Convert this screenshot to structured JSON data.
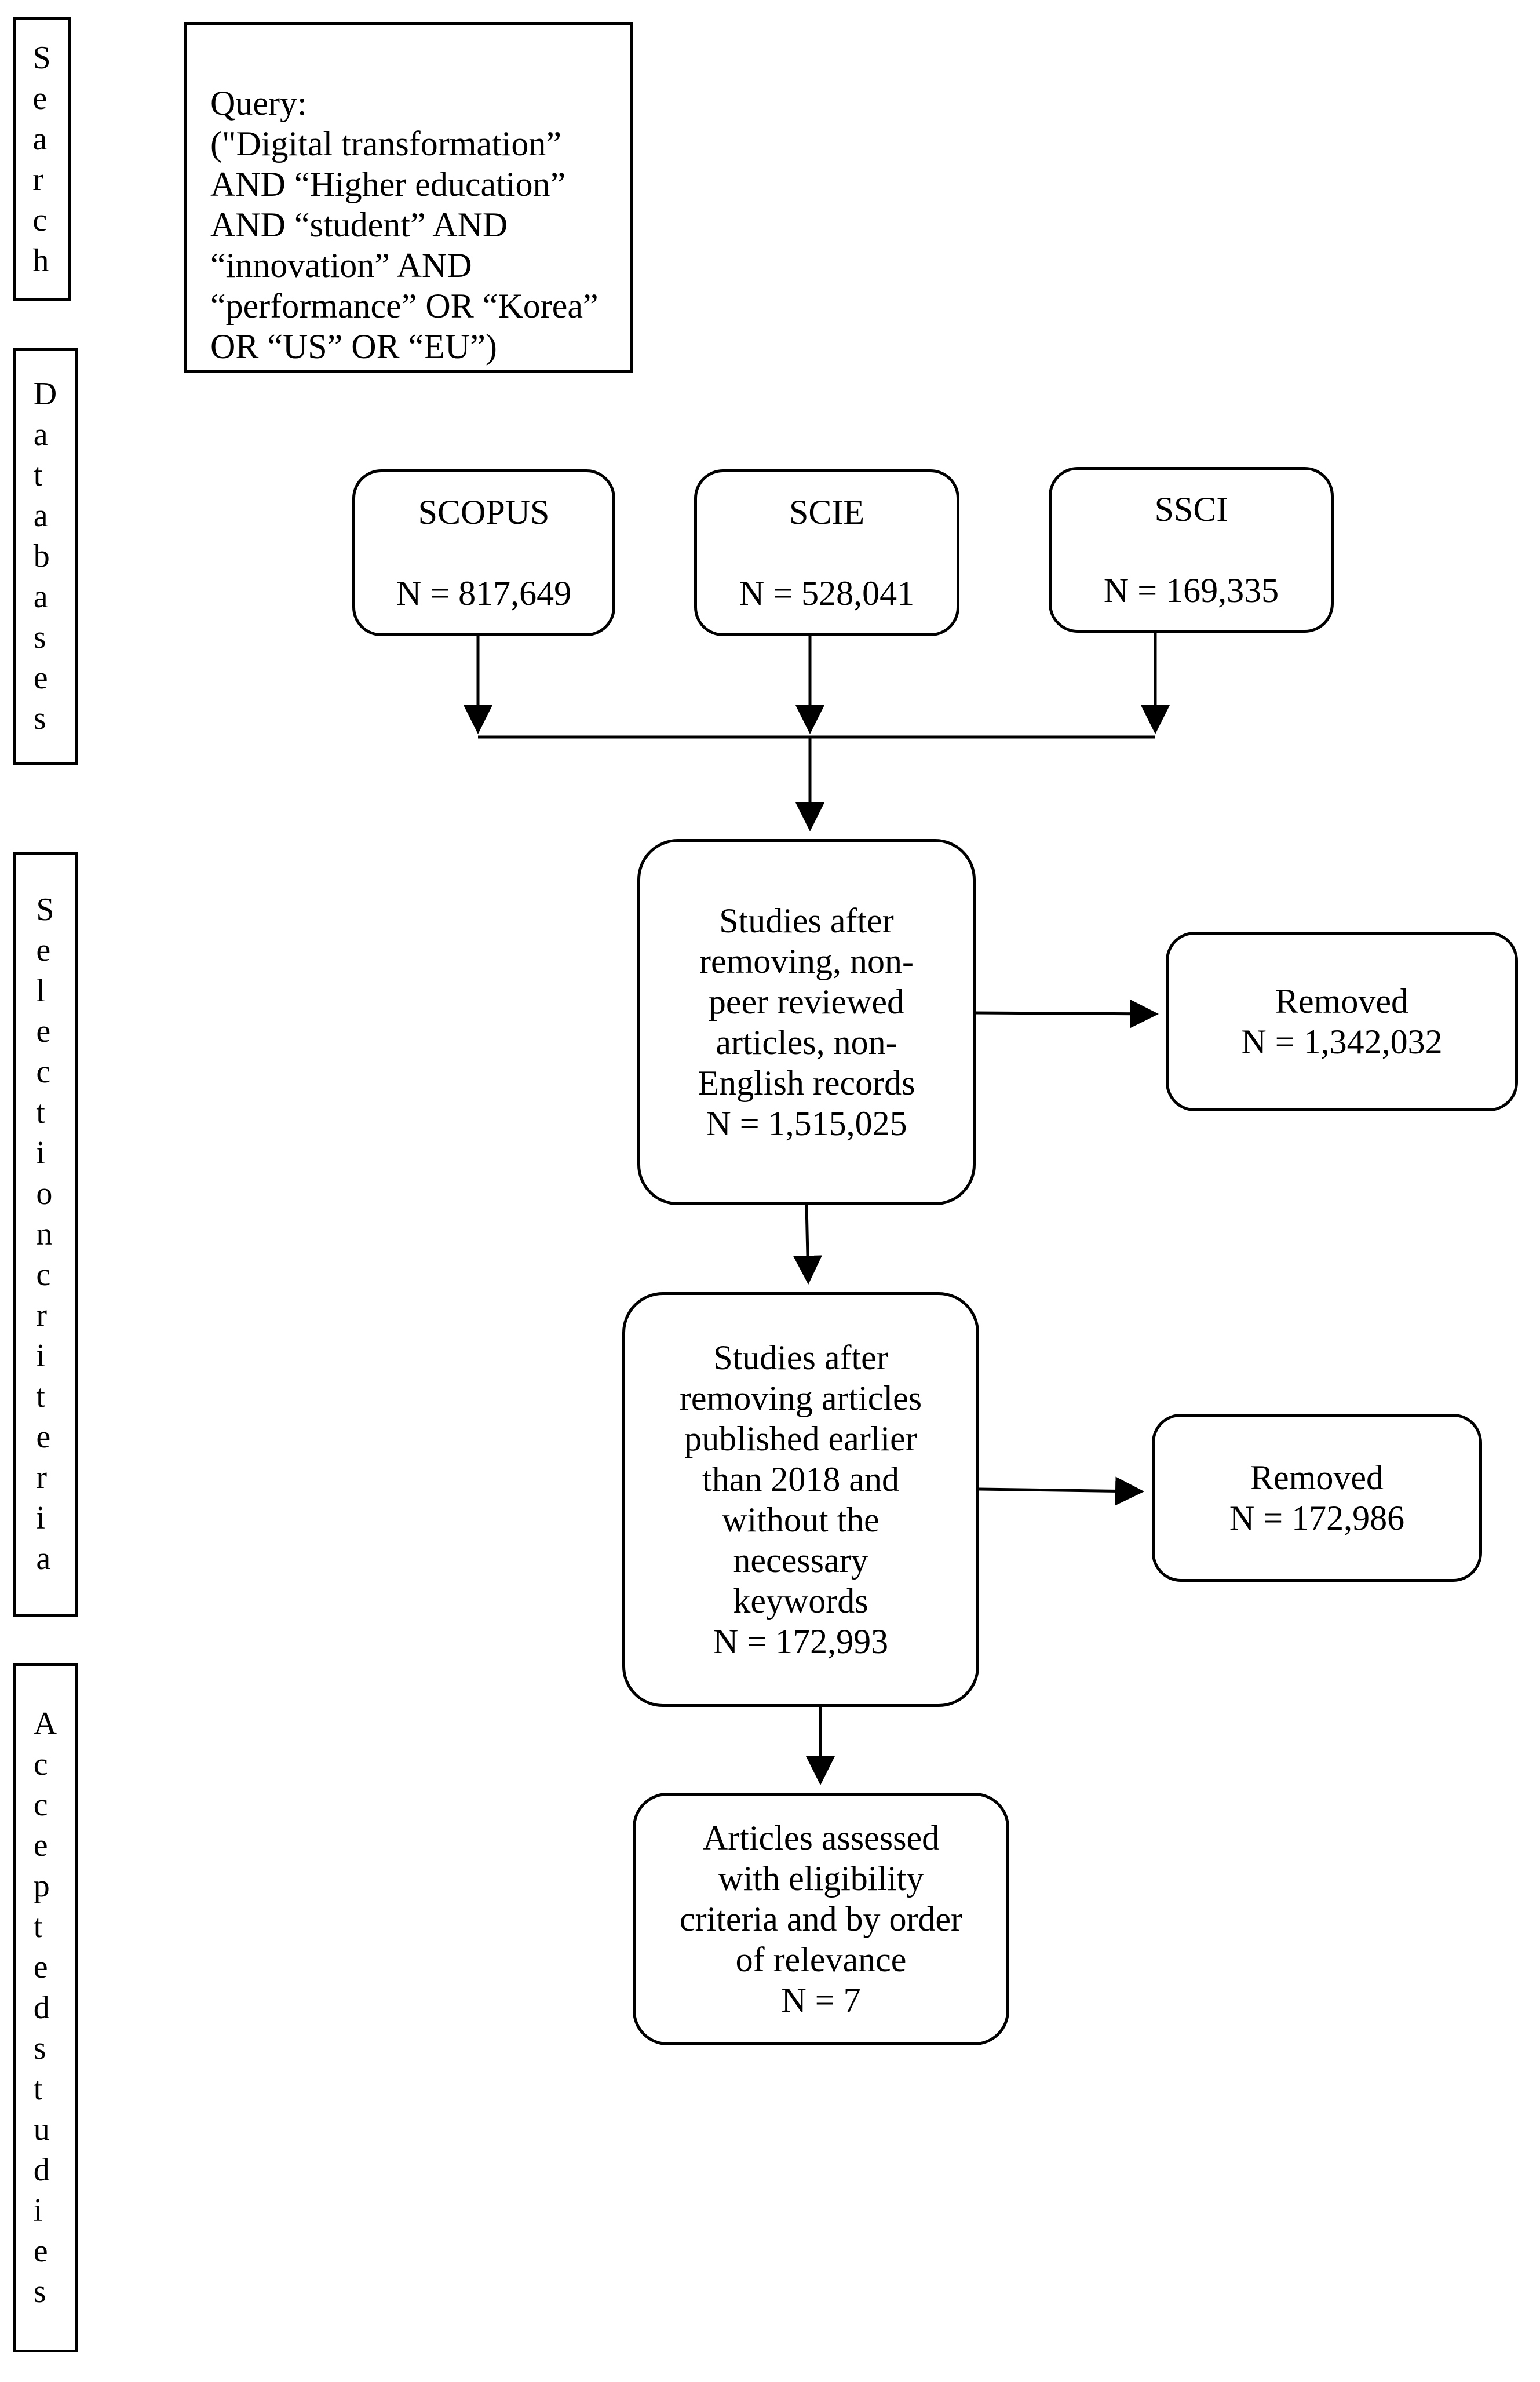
{
  "stages": {
    "search": "Search",
    "databases": "Databases",
    "selection": "Selectioncriteria",
    "accepted": "Acceptedstudies"
  },
  "query": {
    "text": "Query:\n (\"Digital transformation”\nAND “Higher education”\nAND “student” AND\n“innovation” AND\n“performance” OR “Korea”\nOR “US” OR “EU”)"
  },
  "databases": {
    "scopus": {
      "name": "SCOPUS",
      "count": "N = 817,649"
    },
    "scie": {
      "name": "SCIE",
      "count": "N = 528,041"
    },
    "ssci": {
      "name": "SSCI",
      "count": "N = 169,335"
    }
  },
  "steps": {
    "step1": "Studies after\nremoving, non-\npeer reviewed\narticles, non-\nEnglish records\nN = 1,515,025",
    "removed1": "Removed\nN = 1,342,032",
    "step2": "Studies after\nremoving articles\npublished earlier\nthan 2018 and\nwithout the\nnecessary\nkeywords\nN = 172,993",
    "removed2": "Removed\nN = 172,986",
    "final": "Articles assessed\nwith eligibility\ncriteria and by order\nof relevance\nN = 7"
  }
}
